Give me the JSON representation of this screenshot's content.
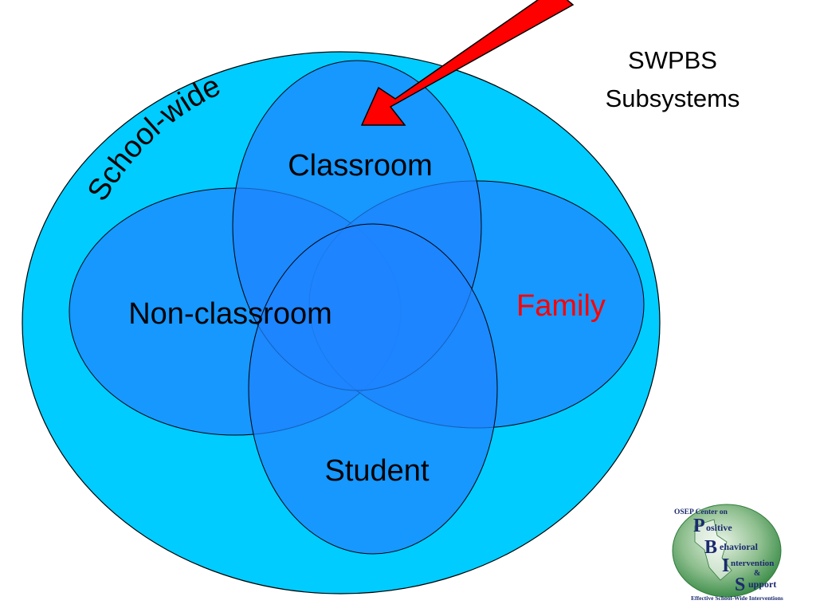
{
  "slide": {
    "title_line1": "SWPBS",
    "title_line2": "Subsystems"
  },
  "diagram": {
    "outer_label": "School-wide",
    "classroom_label": "Classroom",
    "nonclassroom_label": "Non-classroom",
    "family_label": "Family",
    "student_label": "Student"
  },
  "logo": {
    "top_line": "OSEP Center on",
    "p_letter": "P",
    "p_rest": "ositive",
    "b_letter": "B",
    "b_rest": "ehavioral",
    "i_letter": "I",
    "i_rest": "ntervention",
    "amp": "&",
    "s_letter": "S",
    "s_rest": "upport",
    "tagline": "Effective School-Wide Interventions"
  },
  "colors": {
    "outer_circle": "#00ccff",
    "ellipse_fill": "#1e84ff",
    "arrow": "#ff0000",
    "family_text": "#ff0000",
    "logo_green": "#2f8a3c",
    "logo_navy": "#1b2a6e"
  },
  "icons": {
    "arrow": "red-arrow-icon",
    "logo": "pbis-logo-icon"
  }
}
